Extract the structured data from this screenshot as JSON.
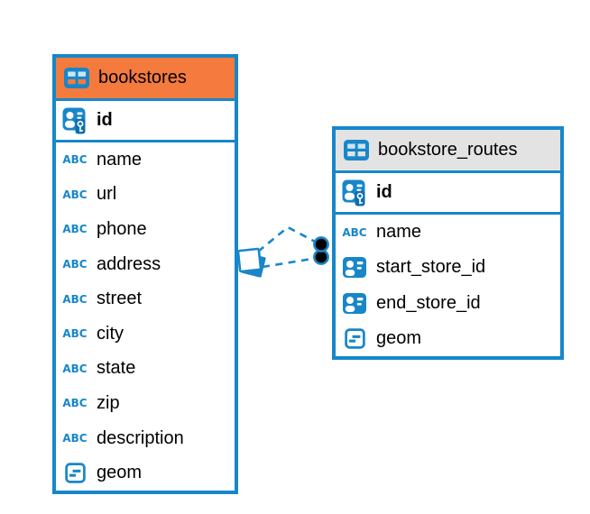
{
  "diagram": {
    "tables": [
      {
        "name": "bookstores",
        "header_style": "orange",
        "primary_key": {
          "name": "id",
          "icon": "person-key-icon"
        },
        "columns": [
          {
            "name": "name",
            "icon": "text-type-icon"
          },
          {
            "name": "url",
            "icon": "text-type-icon"
          },
          {
            "name": "phone",
            "icon": "text-type-icon"
          },
          {
            "name": "address",
            "icon": "text-type-icon"
          },
          {
            "name": "street",
            "icon": "text-type-icon"
          },
          {
            "name": "city",
            "icon": "text-type-icon"
          },
          {
            "name": "state",
            "icon": "text-type-icon"
          },
          {
            "name": "zip",
            "icon": "text-type-icon"
          },
          {
            "name": "description",
            "icon": "text-type-icon"
          },
          {
            "name": "geom",
            "icon": "geometry-type-icon"
          }
        ]
      },
      {
        "name": "bookstore_routes",
        "header_style": "gray",
        "primary_key": {
          "name": "id",
          "icon": "person-key-icon"
        },
        "columns": [
          {
            "name": "name",
            "icon": "text-type-icon"
          },
          {
            "name": "start_store_id",
            "icon": "person-ref-icon"
          },
          {
            "name": "end_store_id",
            "icon": "person-ref-icon"
          },
          {
            "name": "geom",
            "icon": "geometry-type-icon"
          }
        ]
      }
    ],
    "relationships": [
      {
        "from": "bookstores",
        "to": "bookstore_routes",
        "line_style": "dashed"
      },
      {
        "from": "bookstores",
        "to": "bookstore_routes",
        "line_style": "dashed"
      }
    ],
    "icons": {
      "text_type_glyph": "ABC"
    },
    "colors": {
      "accent_blue": "#1787c9",
      "key_badge_blue": "#0e6fae",
      "header_orange": "#f47a3e",
      "header_gray": "#e4e3e4",
      "marker_circle_fill": "#000000",
      "background": "#ffffff",
      "text": "#000000"
    }
  }
}
